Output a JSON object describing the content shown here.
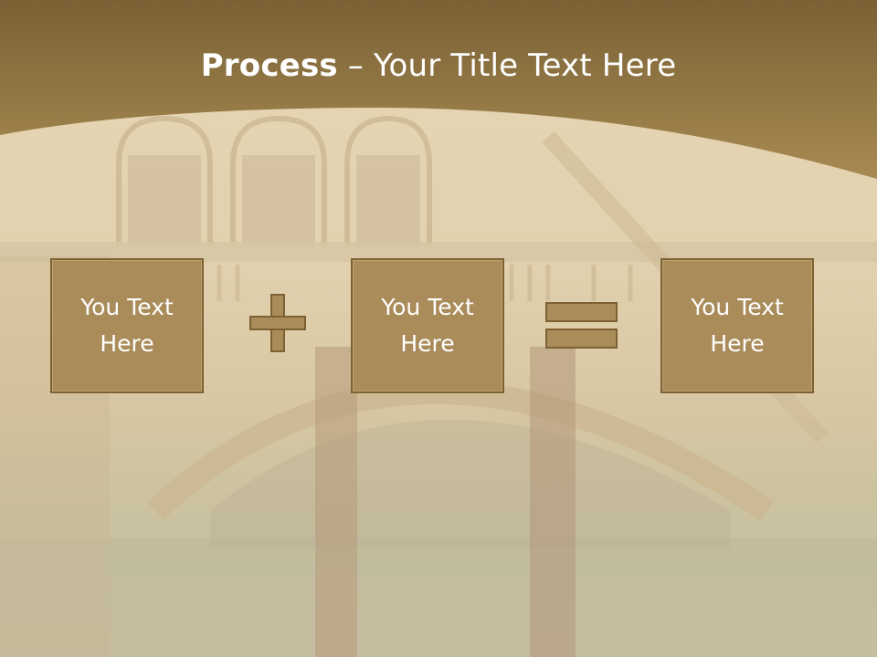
{
  "slide": {
    "title_bold": "Process",
    "title_rest": " – Your Title Text Here",
    "boxes": [
      {
        "line1": "You Text",
        "line2": "Here"
      },
      {
        "line1": "You Text",
        "line2": "Here"
      },
      {
        "line1": "You Text",
        "line2": "Here"
      }
    ],
    "operators": [
      "plus",
      "equals"
    ]
  },
  "colors": {
    "title_band": "#8d7343",
    "box_fill": "#a98c5a",
    "box_border": "#7d6133",
    "text": "#ffffff"
  }
}
